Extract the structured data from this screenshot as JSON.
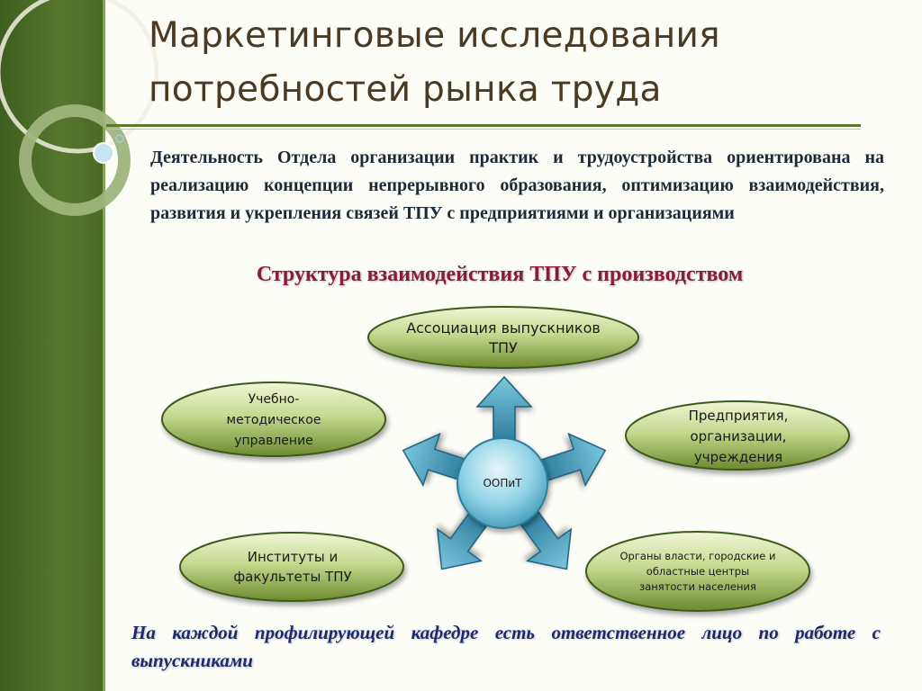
{
  "slide": {
    "title": "Маркетинговые исследования потребностей рынка труда",
    "intro_text": "Деятельность Отдела организации практик и трудоустройства ориентирована на реализацию концепции непрерывного образования, оптимизацию взаимодействия, развития и укрепления связей ТПУ с предприятиями и организациями",
    "diagram_title": "Структура взаимодействия ТПУ с производством",
    "footer_text": "На каждой профилирующей кафедре есть ответственное лицо по работе с выпускниками"
  },
  "diagram": {
    "center": "ООПиТ",
    "nodes": {
      "alumni": "Ассоциация выпускников ТПУ",
      "enterprises": "Предприятия, организации, учреждения",
      "authorities": "Органы власти, городские и областные центры занятости населения",
      "institutes": "Институты и факультеты ТПУ",
      "methodical": "Учебно-методическое управление"
    }
  },
  "colors": {
    "sidebar": "#4a6b25",
    "title": "#4a3a22",
    "subtitle": "#8a1c3a",
    "footer": "#1a2a6c",
    "arrow": "#3f8fae",
    "node_fill": "#b9cf78",
    "center_fill": "#8fd3e6"
  }
}
